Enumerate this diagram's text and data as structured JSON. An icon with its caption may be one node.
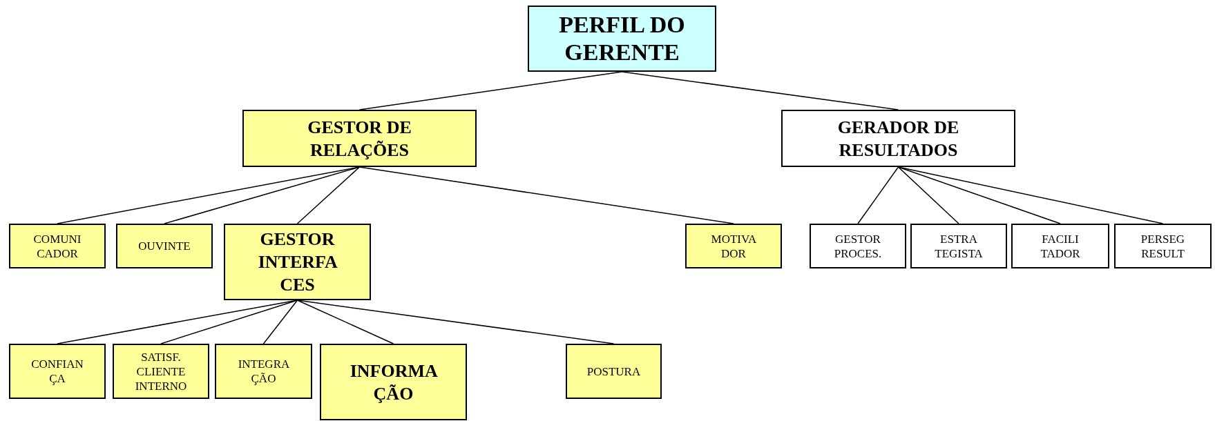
{
  "diagram": {
    "nodes": [
      {
        "text": [
          "PERFIL DO GERENTE"
        ]
      },
      {
        "text": [
          "GESTOR DE RELAÇÕES"
        ]
      },
      {
        "text": [
          "GERADOR DE RESULTADOS"
        ]
      },
      {
        "text": [
          "COMUNI CADOR"
        ]
      },
      {
        "text": [
          "OUVINTE"
        ]
      },
      {
        "text": [
          "GESTOR INTERFA CES"
        ]
      },
      {
        "text": [
          "MOTIVA DOR"
        ]
      },
      {
        "text": [
          "GESTOR PROCES."
        ]
      },
      {
        "text": [
          "ESTRA TEGISTA"
        ]
      },
      {
        "text": [
          "FACILI TADOR"
        ]
      },
      {
        "text": [
          "PERSEG RESULT"
        ]
      },
      {
        "text": [
          "CONFIAN ÇA"
        ]
      },
      {
        "text": [
          "SATISF. CLIENTE INTERNO"
        ]
      },
      {
        "text": [
          "INTEGRA ÇÃO"
        ]
      },
      {
        "text": [
          "INFORMA ÇÃO"
        ]
      },
      {
        "text": [
          "POSTURA"
        ]
      }
    ],
    "edges": [
      {
        "from": 0,
        "to": 1,
        "arrow": "none"
      },
      {
        "from": 0,
        "to": 2,
        "arrow": "none"
      },
      {
        "from": 1,
        "to": 3,
        "arrow": "none"
      },
      {
        "from": 1,
        "to": 4,
        "arrow": "none"
      },
      {
        "from": 1,
        "to": 5,
        "arrow": "none"
      },
      {
        "from": 1,
        "to": 6,
        "arrow": "none"
      },
      {
        "from": 2,
        "to": 7,
        "arrow": "none"
      },
      {
        "from": 2,
        "to": 8,
        "arrow": "none"
      },
      {
        "from": 2,
        "to": 9,
        "arrow": "none"
      },
      {
        "from": 2,
        "to": 10,
        "arrow": "none"
      },
      {
        "from": 5,
        "to": 11,
        "arrow": "none"
      },
      {
        "from": 5,
        "to": 12,
        "arrow": "none"
      },
      {
        "from": 5,
        "to": 13,
        "arrow": "none"
      },
      {
        "from": 5,
        "to": 14,
        "arrow": "none"
      },
      {
        "from": 5,
        "to": 15,
        "arrow": "none"
      }
    ]
  }
}
